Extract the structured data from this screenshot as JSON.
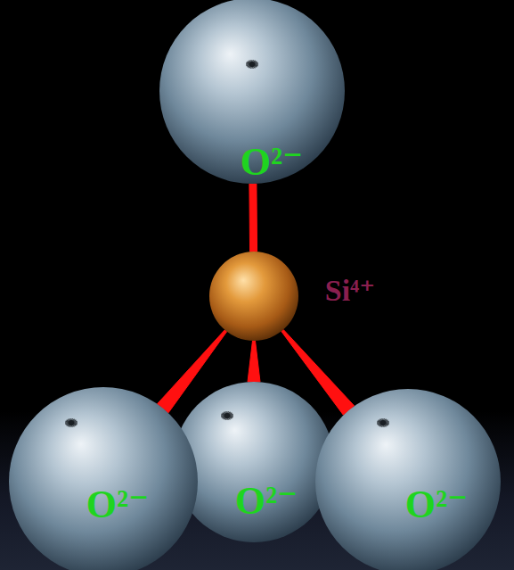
{
  "diagram": {
    "nodes": [
      {
        "text": [
          "O²⁻"
        ]
      },
      {
        "text": [
          "Si⁴⁺"
        ]
      },
      {
        "text": [
          "O²⁻"
        ]
      },
      {
        "text": [
          "O²⁻"
        ]
      },
      {
        "text": [
          "O²⁻"
        ]
      }
    ],
    "edges": [
      {
        "from": 1,
        "to": 0,
        "arrow": "none"
      },
      {
        "from": 1,
        "to": 2,
        "arrow": "none"
      },
      {
        "from": 1,
        "to": 3,
        "arrow": "none"
      },
      {
        "from": 1,
        "to": 4,
        "arrow": "none"
      }
    ]
  }
}
